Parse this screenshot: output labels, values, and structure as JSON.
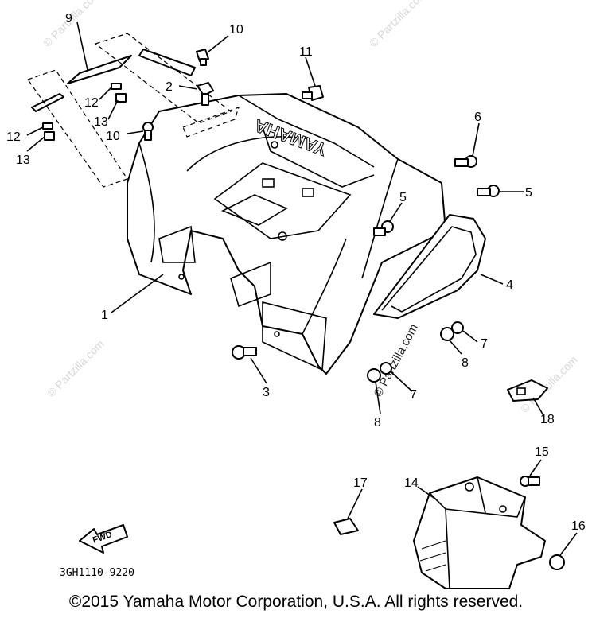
{
  "watermark": "© Partzilla.com",
  "brand_text": "YAMAHA",
  "diagram_code": "3GH1110-9220",
  "fwd_label": "FWD",
  "copyright": "©2015 Yamaha Motor Corporation, U.S.A. All rights reserved.",
  "callouts": {
    "c1": "1",
    "c2": "2",
    "c3": "3",
    "c4": "4",
    "c5a": "5",
    "c5b": "5",
    "c6": "6",
    "c7a": "7",
    "c7b": "7",
    "c8a": "8",
    "c8b": "8",
    "c9": "9",
    "c10a": "10",
    "c10b": "10",
    "c11": "11",
    "c12a": "12",
    "c12b": "12",
    "c13a": "13",
    "c13b": "13",
    "c14": "14",
    "c15": "15",
    "c16": "16",
    "c17": "17",
    "c18": "18"
  }
}
